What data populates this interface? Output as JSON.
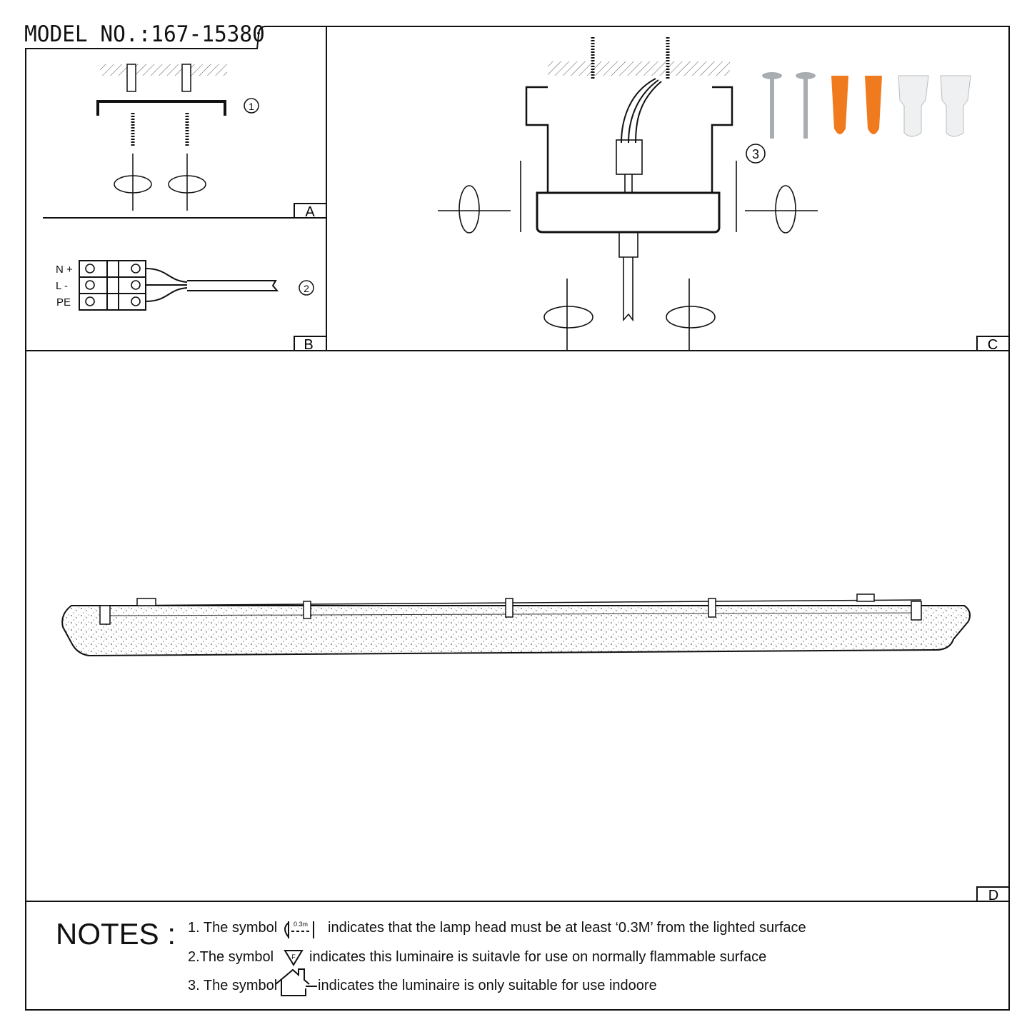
{
  "header": {
    "model_label": "MODEL NO.:167-15380"
  },
  "panels": {
    "a": {
      "letter": "A",
      "step": "1"
    },
    "b": {
      "letter": "B",
      "step": "2",
      "terminals": [
        "N +",
        "L -",
        "PE"
      ]
    },
    "c": {
      "letter": "C",
      "step": "3"
    },
    "d": {
      "letter": "D"
    }
  },
  "colors": {
    "line": "#111111",
    "anchor": "#f07a1e",
    "screw": "#a8adb2",
    "cap": "#eef0f2"
  },
  "notes": {
    "title": "NOTES :",
    "items": [
      {
        "prefix": "1. The symbol",
        "symbol_text": "0.3m",
        "text": "indicates that the lamp head must be at least ‘0.3M’ from the lighted surface"
      },
      {
        "prefix": "2.The symbol",
        "symbol_text": "F",
        "text": "indicates this luminaire is suitavle for use on normally flammable surface"
      },
      {
        "prefix": "3. The symbol",
        "text": "indicates the luminaire is only suitable for use indoore"
      }
    ]
  }
}
